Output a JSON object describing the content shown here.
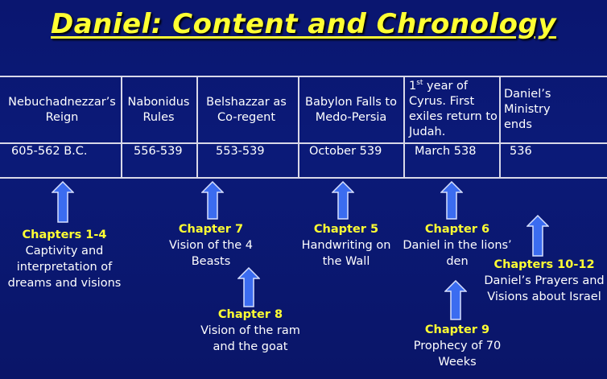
{
  "title": "Daniel: Content and Chronology",
  "events": [
    {
      "label": "Nebuchadnezzar’s Reign",
      "date": "605-562 B.C."
    },
    {
      "label": "Nabonidus Rules",
      "date": "556-539"
    },
    {
      "label": "Belshazzar as Co-regent",
      "date": "553-539"
    },
    {
      "label": "Babylon Falls to Medo-Persia",
      "date": "October 539"
    },
    {
      "label_sup": "st",
      "label_pre": "1",
      "label_post": " year of Cyrus. First exiles return to Judah.",
      "date": "March 538"
    },
    {
      "label": "Daniel’s Ministry ends",
      "date": "536"
    }
  ],
  "chapters": [
    {
      "chapter": "Chapters 1-4",
      "text": "Captivity and interpretation of dreams and visions"
    },
    {
      "chapter": "Chapter 7",
      "text": "Vision of the 4 Beasts"
    },
    {
      "chapter": "Chapter 8",
      "text": "Vision of the ram and the goat"
    },
    {
      "chapter": "Chapter 5",
      "text": "Handwriting on the Wall"
    },
    {
      "chapter": "Chapter 6",
      "text": "Daniel in the lions’ den"
    },
    {
      "chapter": "Chapter 9",
      "text": "Prophecy of 70 Weeks"
    },
    {
      "chapter": "Chapters 10-12",
      "text": "Daniel’s Prayers and Visions about Israel"
    }
  ],
  "colors": {
    "background": "#0b1a78",
    "accent": "#ffff33",
    "arrow": "#3b6cf0"
  }
}
